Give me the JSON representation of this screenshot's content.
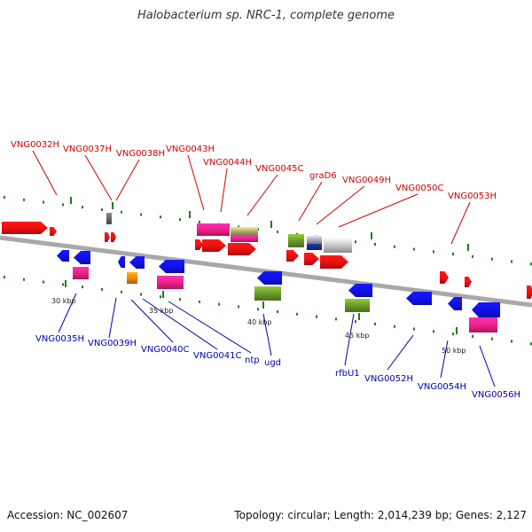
{
  "title": "Halobacterium sp. NRC-1, complete genome",
  "footer": {
    "accession": "Accession: NC_002607",
    "topology": "Topology: circular; Length: 2,014,239 bp; Genes: 2,127"
  },
  "colors": {
    "backbone": "#a8a8a8",
    "tick": "#1f7a1f",
    "label_top": "#cc0000",
    "label_bottom": "#0000aa",
    "scale_label": "#222222"
  },
  "scale_labels": [
    "30 kbp",
    "35 kbp",
    "40 kbp",
    "45 kbp",
    "50 kbp"
  ],
  "top_labels": [
    "VNG0032H",
    "VNG0037H",
    "VNG0038H",
    "VNG0043H",
    "VNG0044H",
    "VNG0045C",
    "graD6",
    "VNG0049H",
    "VNG0050C",
    "VNG0053H"
  ],
  "bottom_labels": [
    "VNG0035H",
    "VNG0039H",
    "VNG0040C",
    "VNG0041C",
    "ntp",
    "ugd",
    "rfbU1",
    "VNG0052H",
    "VNG0054H",
    "VNG0056H"
  ],
  "features": [
    {
      "color": "#ee1111",
      "dir": "right"
    },
    {
      "color": "#ee1111",
      "dir": "right"
    },
    {
      "color": "#666666",
      "dir": "none"
    },
    {
      "color": "#ee1111",
      "dir": "right"
    },
    {
      "color": "#ee1111",
      "dir": "right"
    },
    {
      "color": "#ee2288",
      "dir": "none"
    },
    {
      "color": "#ee2288",
      "dir": "none"
    },
    {
      "color": "#b5b070",
      "dir": "none"
    },
    {
      "color": "#ee2288",
      "dir": "none"
    },
    {
      "color": "#ee1111",
      "dir": "right"
    },
    {
      "color": "#ee1111",
      "dir": "right"
    },
    {
      "color": "#ee1111",
      "dir": "right"
    },
    {
      "color": "#6b9a2a",
      "dir": "none"
    },
    {
      "color": "#a8a8bb",
      "dir": "none"
    },
    {
      "color": "#1a2a88",
      "dir": "none"
    },
    {
      "color": "#c8c8c8",
      "dir": "none"
    },
    {
      "color": "#ee1111",
      "dir": "right"
    },
    {
      "color": "#ee1111",
      "dir": "right"
    },
    {
      "color": "#ee1111",
      "dir": "right"
    },
    {
      "color": "#ee1111",
      "dir": "right"
    },
    {
      "color": "#ee1111",
      "dir": "right"
    },
    {
      "color": "#ee1111",
      "dir": "right"
    },
    {
      "color": "#1111ee",
      "dir": "left"
    },
    {
      "color": "#1111ee",
      "dir": "left"
    },
    {
      "color": "#ee2288",
      "dir": "none"
    },
    {
      "color": "#1111ee",
      "dir": "left"
    },
    {
      "color": "#1111ee",
      "dir": "left"
    },
    {
      "color": "#ee8800",
      "dir": "none"
    },
    {
      "color": "#1111ee",
      "dir": "left"
    },
    {
      "color": "#ee2288",
      "dir": "none"
    },
    {
      "color": "#1111ee",
      "dir": "left"
    },
    {
      "color": "#6b9a2a",
      "dir": "none"
    },
    {
      "color": "#1111ee",
      "dir": "left"
    },
    {
      "color": "#6b9a2a",
      "dir": "none"
    },
    {
      "color": "#1111ee",
      "dir": "left"
    },
    {
      "color": "#1111ee",
      "dir": "left"
    },
    {
      "color": "#1111ee",
      "dir": "left"
    },
    {
      "color": "#ee2288",
      "dir": "none"
    }
  ]
}
